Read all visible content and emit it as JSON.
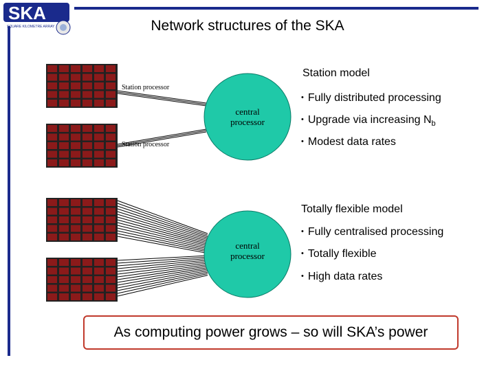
{
  "logo": {
    "text": "SKA",
    "subtext": "SQUARE KILOMETRE ARRAY"
  },
  "slide": {
    "title": "Network structures of the SKA"
  },
  "station_model": {
    "heading": "Station model",
    "central_label": "central processor",
    "station_labels": [
      "Station processor",
      "Station processor"
    ],
    "bullets": [
      "Fully distributed processing",
      "Upgrade via increasing N",
      "Modest data rates"
    ],
    "bullet_subscript": "b"
  },
  "flexible_model": {
    "heading": "Totally flexible model",
    "central_label": "central processor",
    "bullets": [
      "Fully centralised processing",
      "Totally flexible",
      "High data rates"
    ]
  },
  "conclusion": "As computing power grows – so will SKA’s power",
  "colors": {
    "node_fill": "#1fc9a8",
    "rule": "#1a2a8c",
    "tile": "#8b1a1a",
    "box_border": "#c0392b"
  }
}
